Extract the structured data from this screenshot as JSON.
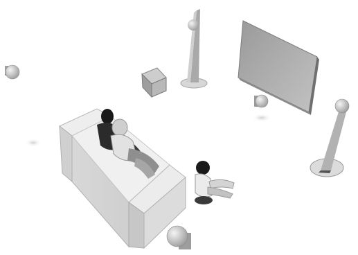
{
  "scene": {
    "label": "",
    "objects": [
      {
        "name": "screen",
        "kind": "display"
      },
      {
        "name": "speaker-front-left",
        "kind": "tower-speaker"
      },
      {
        "name": "speaker-front-right",
        "kind": "tower-speaker"
      },
      {
        "name": "speaker-center",
        "kind": "satellite-speaker"
      },
      {
        "name": "subwoofer",
        "kind": "cube"
      },
      {
        "name": "speaker-surround-left",
        "kind": "satellite-speaker"
      },
      {
        "name": "speaker-surround-rear",
        "kind": "satellite-speaker"
      },
      {
        "name": "sofa",
        "kind": "couch"
      },
      {
        "name": "adult-man",
        "kind": "person"
      },
      {
        "name": "adult-woman",
        "kind": "person"
      },
      {
        "name": "child",
        "kind": "person"
      }
    ],
    "colors": {
      "background": "#ffffff",
      "surface_light": "#e6e6e6",
      "surface_mid": "#bdbdbd",
      "surface_dark": "#8a8a8a",
      "hair": "#1a1a1a"
    }
  }
}
